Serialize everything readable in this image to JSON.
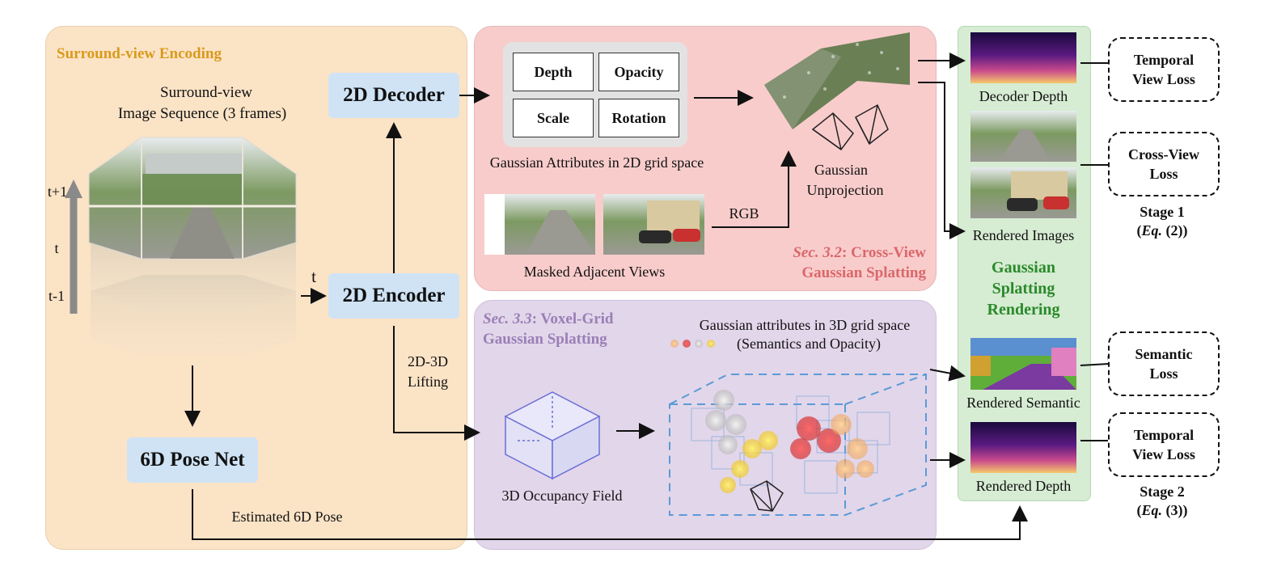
{
  "encoding": {
    "title": "Surround-view Encoding",
    "sequence_label": [
      "Surround-view",
      "Image Sequence (3 frames)"
    ],
    "time_labels": [
      "t+1",
      "t",
      "t-1"
    ],
    "input_t_label": "t",
    "pose_net": "6D Pose Net",
    "pose_label": "Estimated 6D Pose"
  },
  "nodes": {
    "decoder": "2D Decoder",
    "encoder": "2D Encoder",
    "lifting": [
      "2D-3D",
      "Lifting"
    ]
  },
  "cross_view": {
    "attributes": [
      "Depth",
      "Opacity",
      "Scale",
      "Rotation"
    ],
    "attr_caption": "Gaussian Attributes in 2D grid space",
    "masked_caption": "Masked Adjacent Views",
    "rgb_label": "RGB",
    "unprojection": [
      "Gaussian",
      "Unprojection"
    ],
    "sec_label_num": "Sec. 3.2",
    "sec_label_a": ": Cross-View",
    "sec_label_b": "Gaussian Splatting"
  },
  "voxel": {
    "sec_label_num": "Sec. 3.3",
    "sec_label_a": ": Voxel-Grid",
    "sec_label_b": "Gaussian Splatting",
    "attr_caption": [
      "Gaussian attributes in 3D grid space",
      "(Semantics and Opacity)"
    ],
    "occupancy_caption": "3D Occupancy Field"
  },
  "rendering": {
    "title": [
      "Gaussian",
      "Splatting",
      "Rendering"
    ],
    "decoder_depth": "Decoder Depth",
    "rendered_images": "Rendered Images",
    "rendered_semantic": "Rendered Semantic",
    "rendered_depth": "Rendered Depth"
  },
  "losses": {
    "temporal_1": [
      "Temporal",
      "View Loss"
    ],
    "cross_view": [
      "Cross-View",
      "Loss"
    ],
    "semantic": [
      "Semantic",
      "Loss"
    ],
    "temporal_2": [
      "Temporal",
      "View Loss"
    ]
  },
  "stages": {
    "stage1": "Stage 1",
    "stage1_eq_prefix": "(",
    "stage1_eq": "Eq.",
    "stage1_eq_suffix": " (2))",
    "stage2": "Stage 2",
    "stage2_eq_prefix": "(",
    "stage2_eq": "Eq.",
    "stage2_eq_suffix": " (3))"
  },
  "colors": {
    "encoding_bg": "#fbe3c6",
    "encoding_title": "#d99a1c",
    "crossview_bg": "#f9cccc",
    "crossview_sec": "#d9676a",
    "voxel_bg": "#e2d6ea",
    "voxel_sec": "#9a7fb5",
    "render_bg": "#d6ecd3",
    "render_title": "#2a8a2a",
    "node": "#cfe3f5"
  }
}
